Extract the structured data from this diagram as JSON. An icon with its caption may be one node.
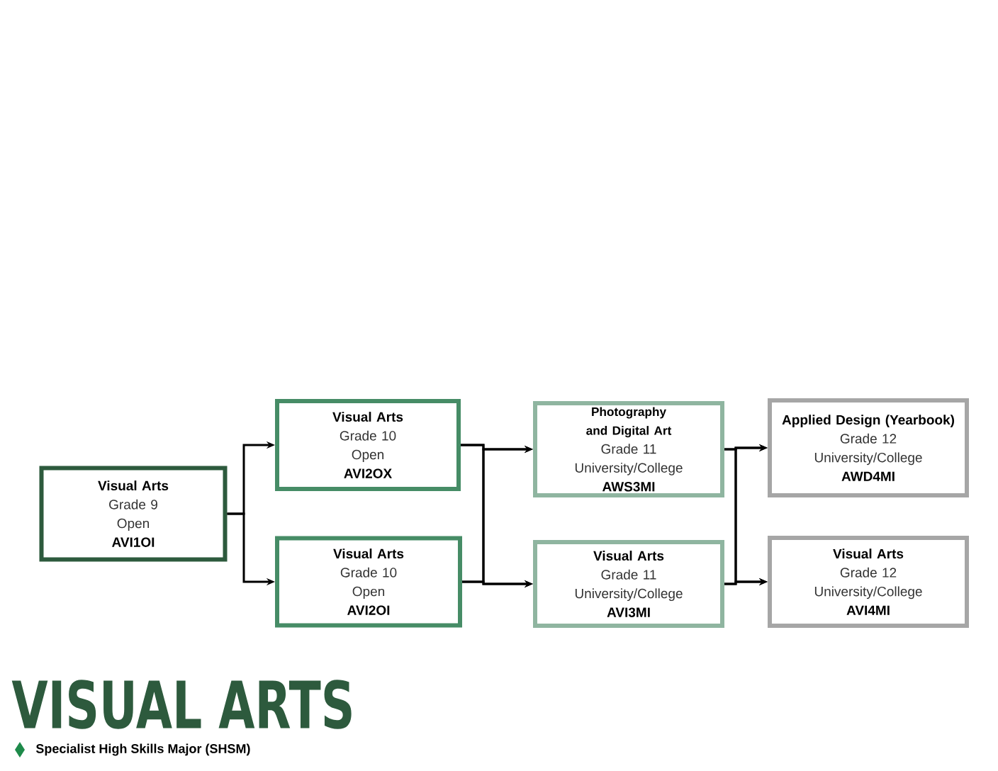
{
  "diagram": {
    "title": "VISUAL ARTS",
    "nodes": [
      {
        "text": [
          "Visual Arts",
          "Grade 9",
          "Open",
          "AVI1OI"
        ]
      },
      {
        "text": [
          "Visual Arts",
          "Grade 10",
          "Open",
          "AVI2OX"
        ]
      },
      {
        "text": [
          "Visual Arts",
          "Grade 10",
          "Open",
          "AVI2OI"
        ]
      },
      {
        "text": [
          "Photography and Digital Art",
          "Grade 11",
          "University/College",
          "AWS3MI"
        ]
      },
      {
        "text": [
          "Visual Arts",
          "Grade 11",
          "University/College",
          "AVI3MI"
        ]
      },
      {
        "text": [
          "Applied Design (Yearbook)",
          "Grade 12",
          "University/College",
          "AWD4MI"
        ]
      },
      {
        "text": [
          "Visual Arts",
          "Grade 12",
          "University/College",
          "AVI4MI"
        ]
      }
    ],
    "edges": [
      {
        "from": 0,
        "to": 1,
        "arrow": "to"
      },
      {
        "from": 0,
        "to": 2,
        "arrow": "to"
      },
      {
        "from": 1,
        "to": 3,
        "arrow": "to"
      },
      {
        "from": 1,
        "to": 4,
        "arrow": "to"
      },
      {
        "from": 2,
        "to": 3,
        "arrow": "to"
      },
      {
        "from": 2,
        "to": 4,
        "arrow": "to"
      },
      {
        "from": 3,
        "to": 5,
        "arrow": "to"
      },
      {
        "from": 3,
        "to": 6,
        "arrow": "to"
      },
      {
        "from": 4,
        "to": 5,
        "arrow": "to"
      },
      {
        "from": 4,
        "to": 6,
        "arrow": "to"
      }
    ],
    "legend": [
      {
        "text": "Specialist High Skills Major (SHSM)"
      }
    ]
  }
}
